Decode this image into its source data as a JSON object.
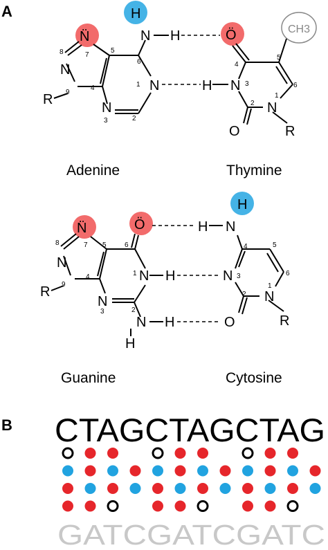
{
  "panels": {
    "a": "A",
    "b": "B"
  },
  "colors": {
    "acceptor": "#f26b6b",
    "donor": "#45b3e6",
    "dot_red": "#e6262b",
    "dot_blue": "#21a3e0",
    "methyl_ring": "#888888"
  },
  "labels": {
    "adenine": "Adenine",
    "thymine": "Thymine",
    "guanine": "Guanine",
    "cytosine": "Cytosine"
  },
  "atoms": {
    "N": "N",
    "H": "H",
    "O": "O",
    "R": "R",
    "N_lone": "N̈",
    "O_lone": "Ö",
    "ch3": "CH3",
    "n1": "1",
    "n2": "2",
    "n3": "3",
    "n4": "4",
    "n5": "5",
    "n6": "6",
    "n7": "7",
    "n8": "8",
    "n9": "9"
  },
  "sequence": {
    "top": "CTAGCTAGCTAG",
    "bottom": "GATCGATCGATC"
  },
  "dot_pattern": [
    [
      "bo",
      "r",
      "r",
      "",
      "bo",
      "r",
      "r",
      "",
      "bo",
      "r",
      "r",
      ""
    ],
    [
      "b",
      "r",
      "b",
      "r",
      "b",
      "r",
      "b",
      "r",
      "b",
      "r",
      "b",
      "r"
    ],
    [
      "r",
      "b",
      "r",
      "b",
      "r",
      "b",
      "r",
      "b",
      "r",
      "b",
      "r",
      "b"
    ],
    [
      "r",
      "r",
      "bo",
      "",
      "r",
      "r",
      "bo",
      "",
      "r",
      "r",
      "bo",
      ""
    ]
  ]
}
